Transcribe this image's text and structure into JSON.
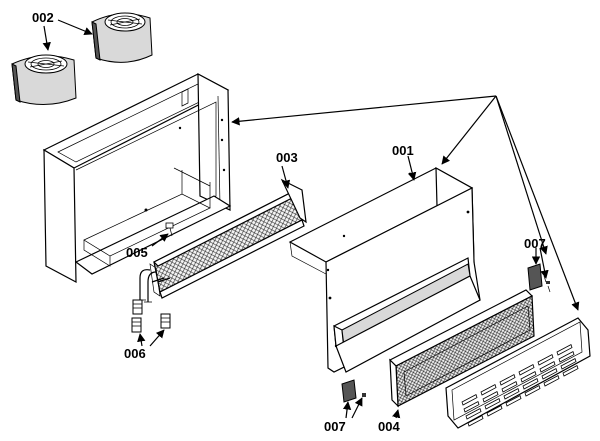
{
  "labels": {
    "housing": "001",
    "blowers": "002",
    "coil": "003",
    "filter": "004",
    "screw": "005",
    "fittings": "006",
    "bracket_right": "007",
    "bracket_bottom": "007"
  }
}
